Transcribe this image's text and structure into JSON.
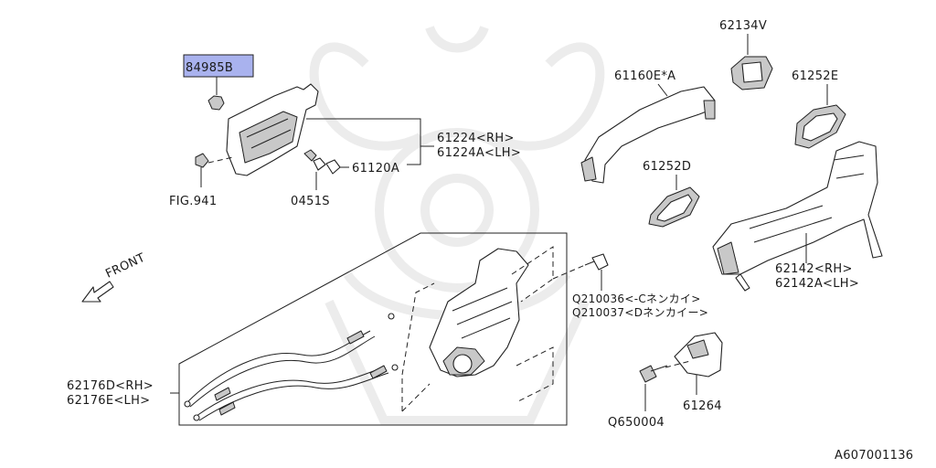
{
  "labels": {
    "part_84985b": "84985B",
    "part_61224": "61224<RH>",
    "part_61224a": "61224A<LH>",
    "part_61120a": "61120A",
    "part_fig941": "FIG.941",
    "part_0451s": "0451S",
    "part_61160e": "61160E*A",
    "part_62134v": "62134V",
    "part_61252e": "61252E",
    "part_61252d": "61252D",
    "part_62142": "62142<RH>",
    "part_62142a": "62142A<LH>",
    "part_q210036": "Q210036<-Cネンカイ>",
    "part_q210037": "Q210037<Dネンカイー>",
    "part_62176d": "62176D<RH>",
    "part_62176e": "62176E<LH>",
    "part_q650004": "Q650004",
    "part_61264": "61264",
    "front_label": "FRONT",
    "diagram_id": "A607001136"
  },
  "colors": {
    "highlight": "#a9b2ee",
    "line": "#222222",
    "watermark": "#ececec"
  },
  "icons": {
    "front_arrow": "front-arrow-icon",
    "watermark": "samurai-helmet-watermark"
  }
}
